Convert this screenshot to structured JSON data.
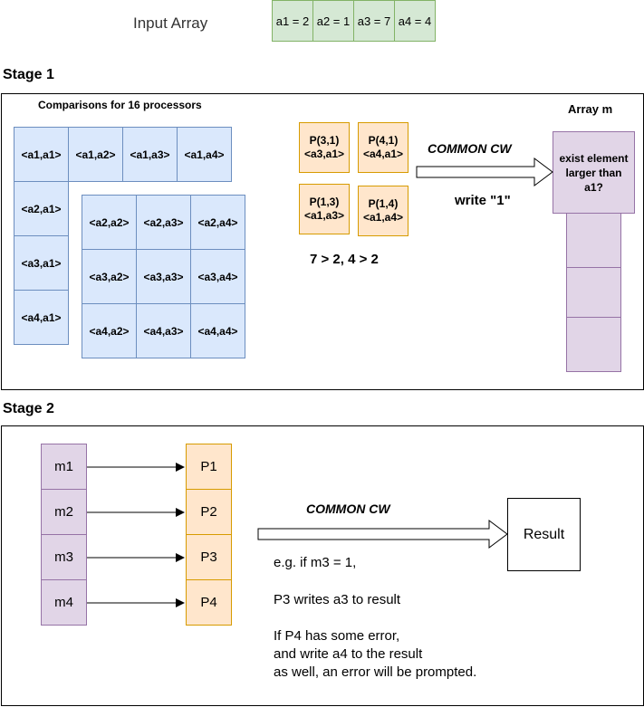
{
  "header": {
    "input_label": "Input Array",
    "input_cells": [
      "a1 = 2",
      "a2 = 1",
      "a3 = 7",
      "a4 = 4"
    ]
  },
  "stage1": {
    "title": "Stage 1",
    "comparisons_title": "Comparisons for 16 processors",
    "row1": [
      "<a1,a1>",
      "<a1,a2>",
      "<a1,a3>",
      "<a1,a4>"
    ],
    "col1": [
      "<a2,a1>",
      "<a3,a1>",
      "<a4,a1>"
    ],
    "grid": [
      [
        "<a2,a2>",
        "<a2,a3>",
        "<a2,a4>"
      ],
      [
        "<a3,a2>",
        "<a3,a3>",
        "<a3,a4>"
      ],
      [
        "<a4,a2>",
        "<a4,a3>",
        "<a4,a4>"
      ]
    ],
    "processors": [
      "P(3,1)\n<a3,a1>",
      "P(4,1)\n<a4,a1>",
      "P(1,3)\n<a1,a3>",
      "P(1,4)\n<a1,a4>"
    ],
    "condition": "7 > 2, 4 > 2",
    "common_cw": "COMMON CW",
    "write_label": "write \"1\"",
    "array_m_title": "Array m",
    "array_m_top": "exist element larger than a1?"
  },
  "stage2": {
    "title": "Stage 2",
    "m_cells": [
      "m1",
      "m2",
      "m3",
      "m4"
    ],
    "p_cells": [
      "P1",
      "P2",
      "P3",
      "P4"
    ],
    "common_cw": "COMMON CW",
    "result_label": "Result",
    "note1": "e.g. if  m3 = 1,",
    "note2": "P3 writes a3 to result",
    "note3": "If P4 has some error,",
    "note4": "and write a4 to the result",
    "note5": "as well, an error will be prompted."
  },
  "colors": {
    "green_fill": "#d5e8d4",
    "green_stroke": "#82b366",
    "blue_fill": "#dae8fc",
    "blue_stroke": "#6c8ebf",
    "orange_fill": "#ffe6cc",
    "orange_stroke": "#d79b00",
    "purple_fill": "#e1d5e7",
    "purple_stroke": "#9673a6"
  }
}
